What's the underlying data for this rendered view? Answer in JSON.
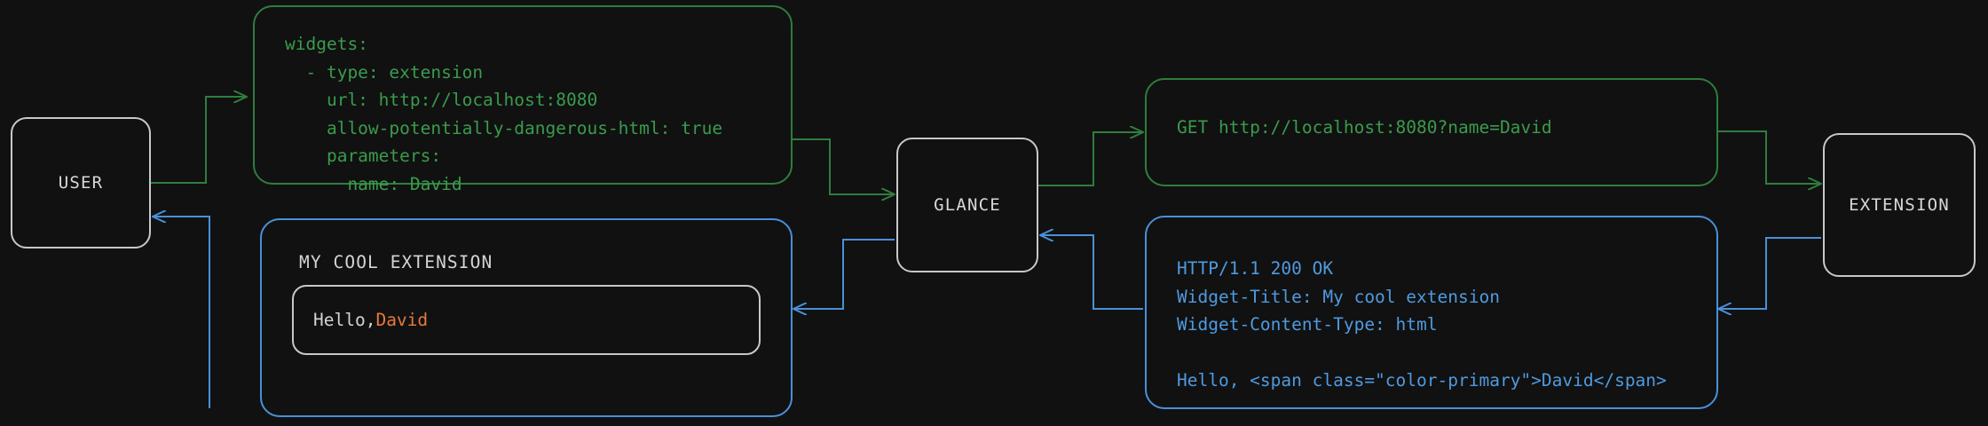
{
  "diagram": {
    "title": "Glance extension widget request flow",
    "background": "#111111",
    "colors": {
      "request": "#2f7d3e",
      "request_text": "#3a9b4c",
      "response": "#4a90d9",
      "response_text": "#4f9ae0",
      "node_border": "#c8c8c8",
      "node_text": "#d8d8d8",
      "accent": "#e8783c"
    },
    "nodes": {
      "user": {
        "label": "USER"
      },
      "glance": {
        "label": "GLANCE"
      },
      "extension": {
        "label": "EXTENSION"
      }
    },
    "config_box": {
      "name": "yaml-config",
      "color": "green",
      "lines": [
        "widgets:",
        "  - type: extension",
        "    url: http://localhost:8080",
        "    allow-potentially-dangerous-html: true",
        "    parameters:",
        "      name: David"
      ],
      "text": "widgets:\n  - type: extension\n    url: http://localhost:8080\n    allow-potentially-dangerous-html: true\n    parameters:\n      name: David"
    },
    "request_box": {
      "name": "http-request",
      "color": "green",
      "text": "GET http://localhost:8080?name=David"
    },
    "response_box": {
      "name": "http-response",
      "color": "blue",
      "lines": [
        "HTTP/1.1 200 OK",
        "Widget-Title: My cool extension",
        "Widget-Content-Type: html",
        "",
        "Hello, <span class=\"color-primary\">David</span>"
      ],
      "text": "HTTP/1.1 200 OK\nWidget-Title: My cool extension\nWidget-Content-Type: html\n\nHello, <span class=\"color-primary\">David</span>"
    },
    "widget_card": {
      "name": "rendered-widget",
      "title": "MY COOL EXTENSION",
      "body_prefix": "Hello, ",
      "body_accent": "David"
    },
    "edges": [
      {
        "name": "user-to-config",
        "color": "green",
        "direction": "right"
      },
      {
        "name": "config-to-glance",
        "color": "green",
        "direction": "right"
      },
      {
        "name": "glance-to-request",
        "color": "green",
        "direction": "right"
      },
      {
        "name": "request-to-extension",
        "color": "green",
        "direction": "right"
      },
      {
        "name": "extension-to-response",
        "color": "blue",
        "direction": "left"
      },
      {
        "name": "response-to-glance",
        "color": "blue",
        "direction": "left"
      },
      {
        "name": "glance-to-widget",
        "color": "blue",
        "direction": "left"
      },
      {
        "name": "widget-to-user",
        "color": "blue",
        "direction": "left"
      }
    ]
  }
}
